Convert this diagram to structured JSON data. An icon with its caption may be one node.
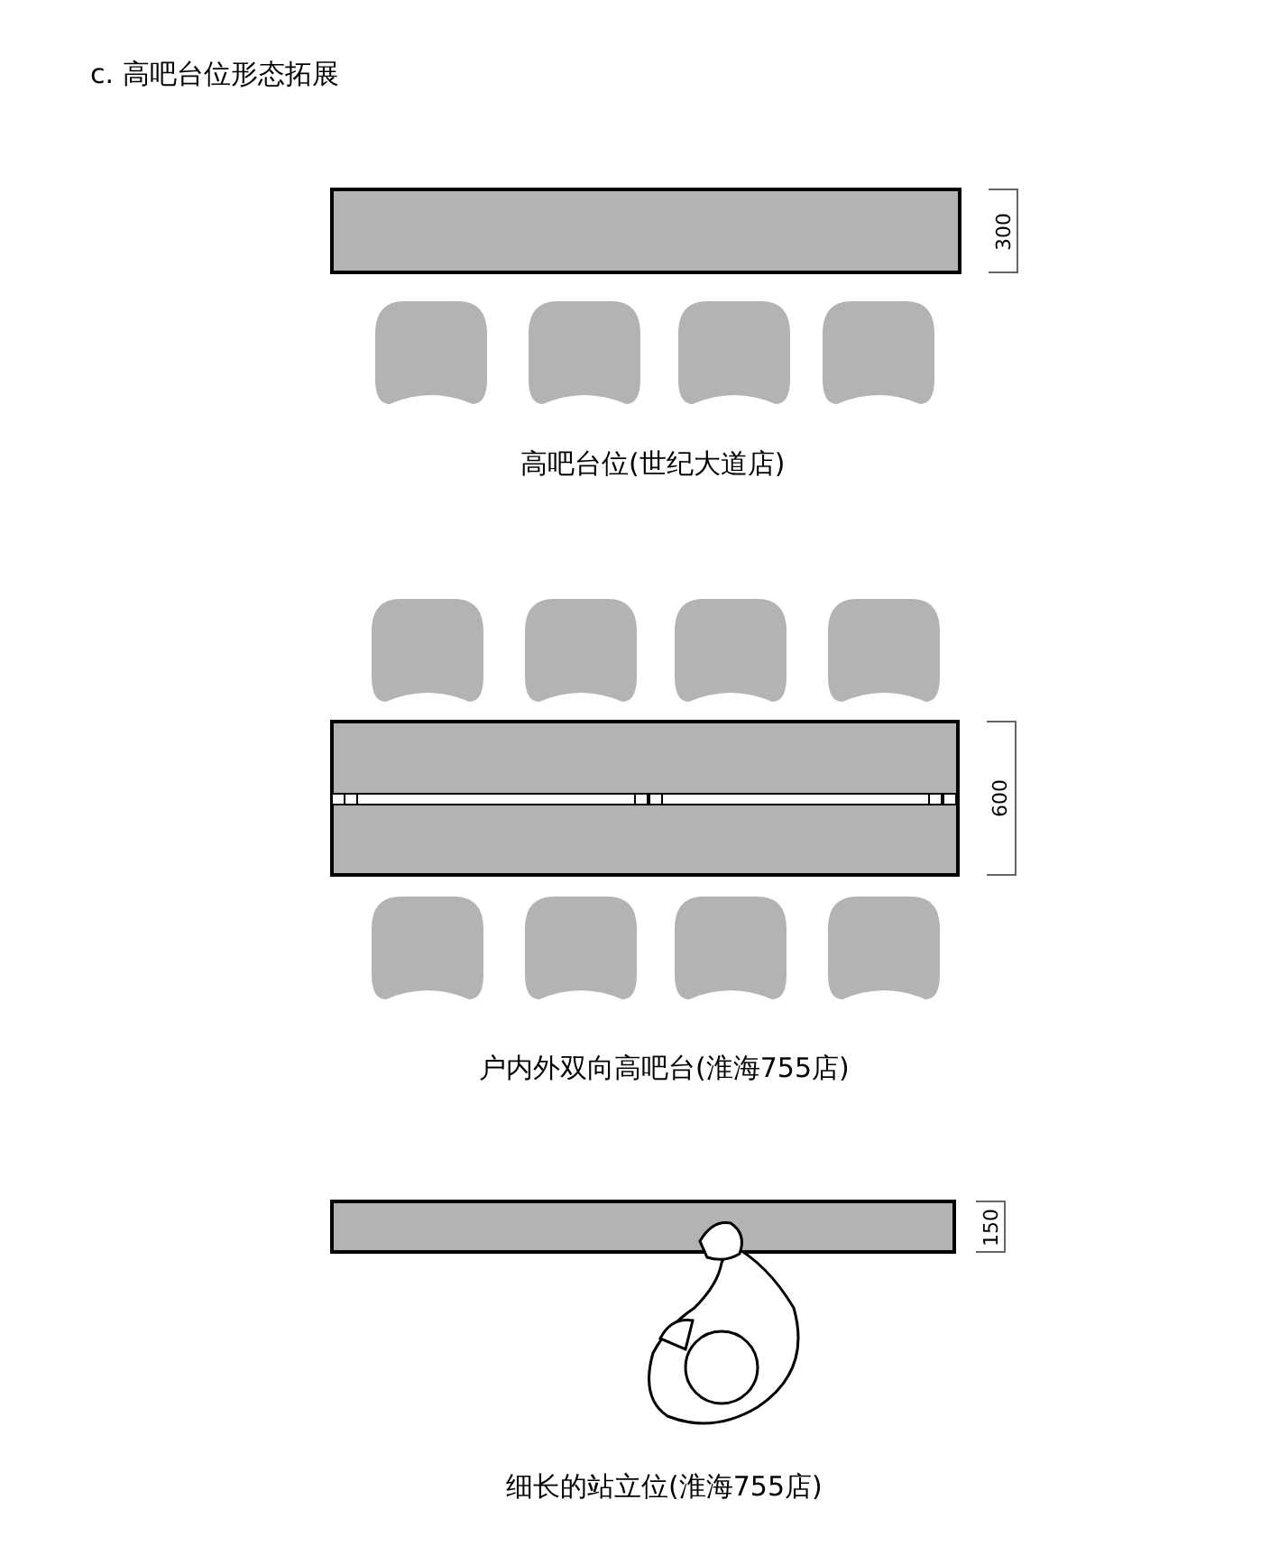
{
  "diagram": {
    "title": "c. 高吧台位形态拓展",
    "labels": [
      "300",
      "高吧台位(世纪大道店)",
      "600",
      "户内外双向高吧台(淮海755店)",
      "150",
      "细长的站立位(淮海755店)"
    ]
  }
}
